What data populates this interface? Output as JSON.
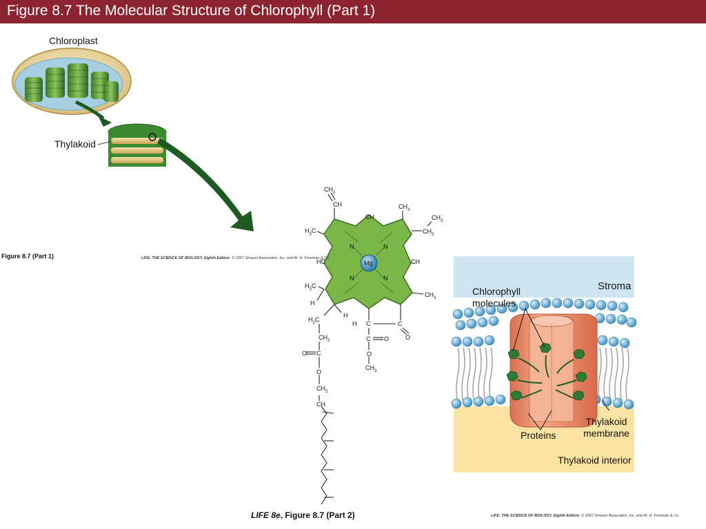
{
  "title": "Figure 8.7 The Molecular Structure of Chlorophyll (Part 1)",
  "part1": {
    "labels": {
      "chloroplast": "Chloroplast",
      "thylakoid": "Thylakoid"
    },
    "caption": "Figure 8.7 (Part 1)",
    "credit_book": "LIFE: THE SCIENCE OF BIOLOGY, Eighth Edition",
    "credit_rest": "© 2007 Sinauer Associates, Inc. and W. H. Freeman & Co."
  },
  "molecule": {
    "atoms": {
      "mg": "Mg",
      "n": "N",
      "hc": "HC",
      "ch": "CH",
      "c": "C",
      "o": "O",
      "h": "H",
      "ch2_frag": "CH",
      "ch2_sub": "2",
      "ch3_frag": "CH",
      "ch3_sub": "3",
      "h3c_h": "H",
      "h3c_sub": "3",
      "h3c_c": "C",
      "h2c_h": "H",
      "h2c_sub": "2",
      "h2c_c": "C"
    }
  },
  "membrane": {
    "labels": {
      "chlorophyll_molecules_1": "Chlorophyll",
      "chlorophyll_molecules_2": "molecules",
      "stroma": "Stroma",
      "thylakoid_membrane_1": "Thylakoid",
      "thylakoid_membrane_2": "membrane",
      "proteins": "Proteins",
      "thylakoid_interior": "Thylakoid interior"
    }
  },
  "footer": {
    "life": "LIFE 8e",
    "figure": ", Figure 8.7 (Part 2)",
    "credit_book": "LIFE: THE SCIENCE OF BIOLOGY, Eighth Edition",
    "credit_rest": "© 2007 Sinauer Associates, Inc. and W. H. Freeman & Co."
  },
  "colors": {
    "title_bar": "#8b2331",
    "chlorophyll_green": "#7ab648",
    "arrow_green": "#1d5a22",
    "protein": "#e8906a"
  }
}
